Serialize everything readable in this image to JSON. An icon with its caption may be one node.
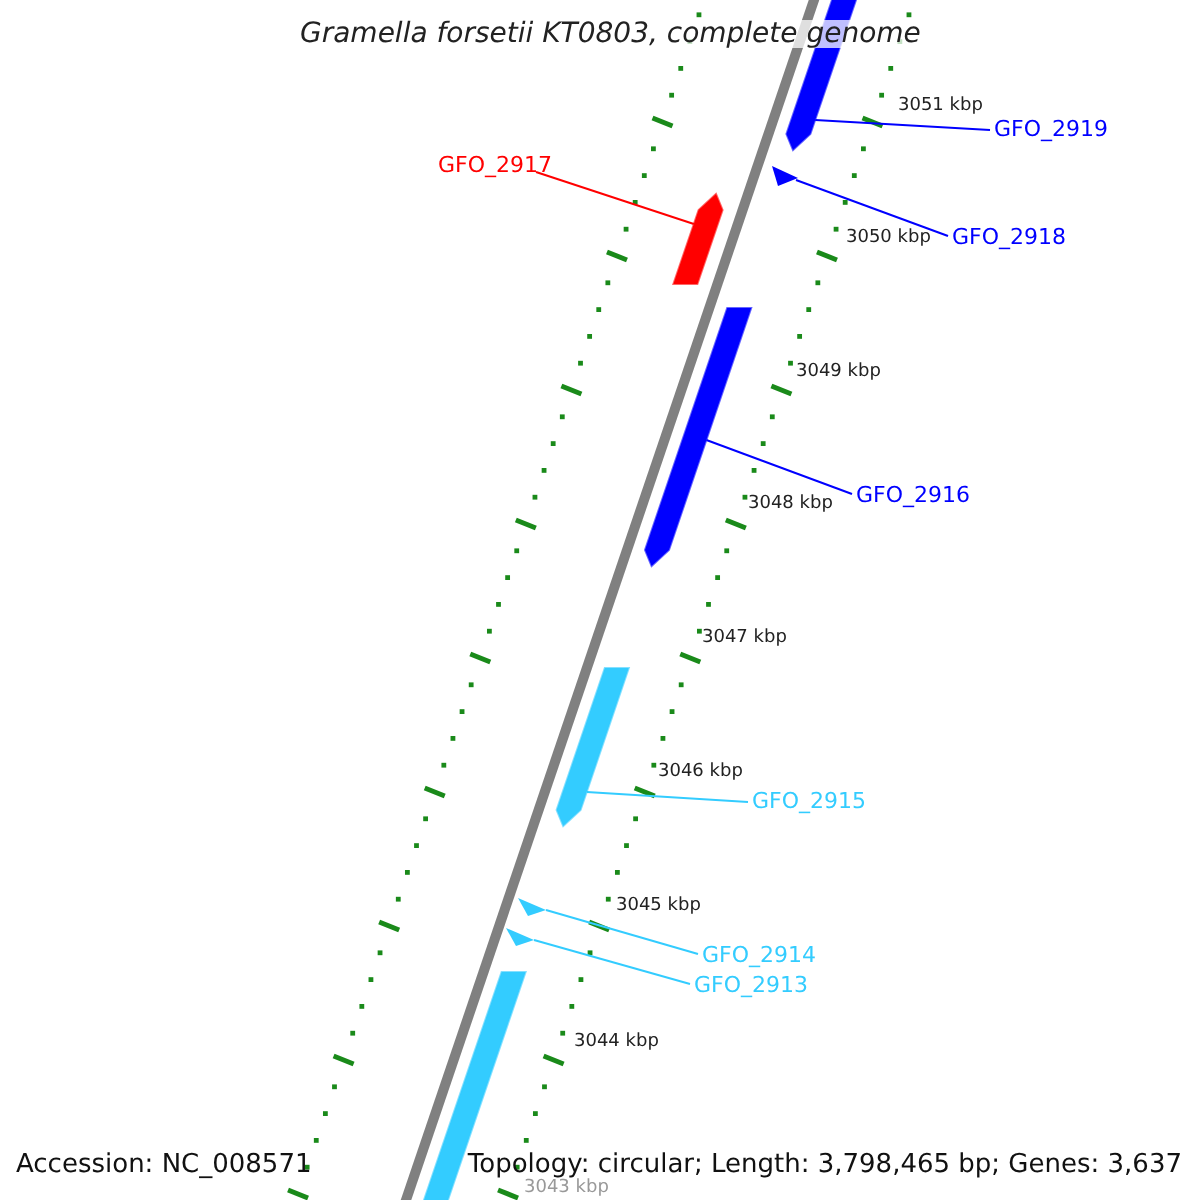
{
  "diagram": {
    "title": "Gramella forsetii KT0803, complete genome",
    "nodes": [
      {
        "text": [
          "GFO_2919"
        ]
      },
      {
        "text": [],
        "shape": "arrow"
      },
      {
        "text": [
          "GFO_2918"
        ]
      },
      {
        "text": [],
        "shape": "triangle"
      },
      {
        "text": [
          "GFO_2917"
        ]
      },
      {
        "text": [],
        "shape": "arrow"
      },
      {
        "text": [
          "GFO_2916"
        ]
      },
      {
        "text": [],
        "shape": "arrow"
      },
      {
        "text": [
          "GFO_2915"
        ]
      },
      {
        "text": [],
        "shape": "arrow"
      },
      {
        "text": [
          "GFO_2914"
        ]
      },
      {
        "text": [],
        "shape": "triangle"
      },
      {
        "text": [
          "GFO_2913"
        ]
      },
      {
        "text": [],
        "shape": "triangle"
      },
      {
        "text": [],
        "shape": "arrow"
      }
    ],
    "edges": [
      {
        "from": 0,
        "to": 1,
        "arrow": "none"
      },
      {
        "from": 2,
        "to": 3,
        "arrow": "none"
      },
      {
        "from": 4,
        "to": 5,
        "arrow": "none",
        "color": "#ff0000"
      },
      {
        "from": 6,
        "to": 7,
        "arrow": "none"
      },
      {
        "from": 8,
        "to": 9,
        "arrow": "none",
        "color": "#33ccff"
      },
      {
        "from": 10,
        "to": 11,
        "arrow": "none",
        "color": "#33ccff"
      },
      {
        "from": 12,
        "to": 13,
        "arrow": "none",
        "color": "#33ccff"
      }
    ],
    "labels": [
      "3051 kbp",
      "3050 kbp",
      "3049 kbp",
      "3048 kbp",
      "3047 kbp",
      "3046 kbp",
      "3045 kbp",
      "3044 kbp",
      "3043 kbp",
      "Accession: NC_008571",
      "Topology: circular; Length: 3,798,465 bp; Genes: 3,637"
    ]
  }
}
